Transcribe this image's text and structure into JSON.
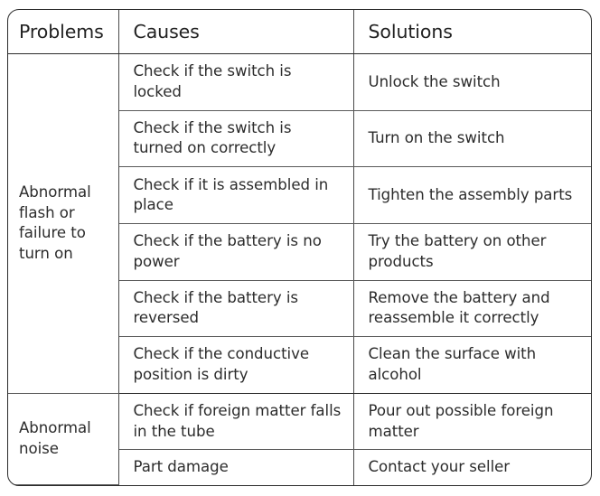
{
  "table": {
    "headers": {
      "problems": "Problems",
      "causes": "Causes",
      "solutions": "Solutions"
    },
    "groups": [
      {
        "problem": "Abnormal flash or failure to turn on",
        "rows": [
          {
            "cause": "Check if the switch is locked",
            "solution": "Unlock the switch"
          },
          {
            "cause": "Check if the switch is turned on correctly",
            "solution": "Turn on the switch"
          },
          {
            "cause": "Check if it is assembled in place",
            "solution": "Tighten the assembly parts"
          },
          {
            "cause": "Check if the battery is no power",
            "solution": "Try the battery on other products"
          },
          {
            "cause": "Check if the battery is reversed",
            "solution": "Remove the battery and reassemble it correctly"
          },
          {
            "cause": "Check if the conductive position is dirty",
            "solution": "Clean the surface with alcohol"
          }
        ]
      },
      {
        "problem": "Abnormal noise",
        "rows": [
          {
            "cause": "Check if foreign matter falls in the tube",
            "solution": "Pour out possible foreign matter"
          },
          {
            "cause": "Part damage",
            "solution": "Contact your seller"
          }
        ]
      }
    ]
  },
  "colors": {
    "border": "#2b2b2b",
    "inner_border": "#4a4a4a",
    "text": "#2c2c2c",
    "background": "#ffffff"
  }
}
